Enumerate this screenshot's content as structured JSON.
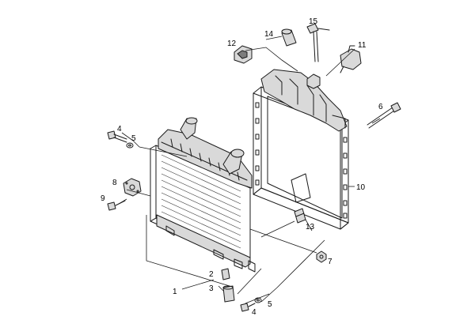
{
  "callouts": [
    {
      "id": "1",
      "label": "1"
    },
    {
      "id": "2",
      "label": "2"
    },
    {
      "id": "3",
      "label": "3"
    },
    {
      "id": "4a",
      "label": "4"
    },
    {
      "id": "4b",
      "label": "4"
    },
    {
      "id": "5a",
      "label": "5"
    },
    {
      "id": "5b",
      "label": "5"
    },
    {
      "id": "6",
      "label": "6"
    },
    {
      "id": "7",
      "label": "7"
    },
    {
      "id": "8",
      "label": "8"
    },
    {
      "id": "9",
      "label": "9"
    },
    {
      "id": "10",
      "label": "10"
    },
    {
      "id": "11",
      "label": "11"
    },
    {
      "id": "12",
      "label": "12"
    },
    {
      "id": "13",
      "label": "13"
    },
    {
      "id": "14",
      "label": "14"
    },
    {
      "id": "15",
      "label": "15"
    }
  ]
}
